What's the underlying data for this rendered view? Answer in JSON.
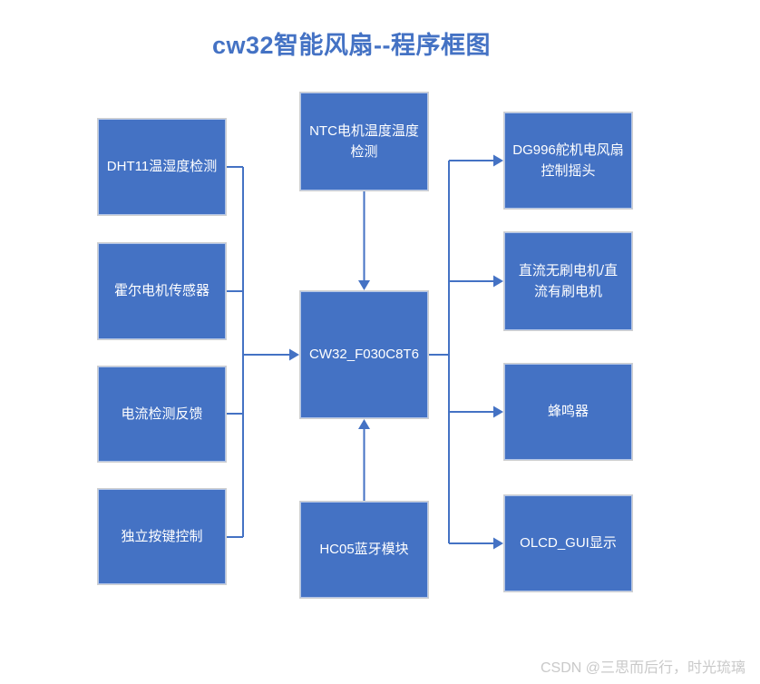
{
  "page": {
    "title": "cw32智能风扇--程序框图",
    "watermark": "CSDN @三思而后行，时光琉璃"
  },
  "colors": {
    "box_fill": "#4472C4",
    "box_border": "#CFCFCF",
    "box_text": "#FFFFFF",
    "connector": "#4472C4",
    "title_text": "#4472C4",
    "watermark_text": "#C9C9C9",
    "background": "#FFFFFF"
  },
  "diagram": {
    "left_nodes": [
      {
        "label": "DHT11温湿度检测"
      },
      {
        "label": "霍尔电机传感器"
      },
      {
        "label": "电流检测反馈"
      },
      {
        "label": "独立按键控制"
      }
    ],
    "center_top_node": {
      "label": "NTC电机温度温度检测"
    },
    "center_node": {
      "label": "CW32_F030C8T6"
    },
    "center_bottom_node": {
      "label": "HC05蓝牙模块"
    },
    "right_nodes": [
      {
        "label": "DG996舵机电风扇控制摇头"
      },
      {
        "label": "直流无刷电机/直流有刷电机"
      },
      {
        "label": "蜂鸣器"
      },
      {
        "label": "OLCD_GUI显示"
      }
    ],
    "edges": [
      {
        "from": "DHT11温湿度检测",
        "to": "CW32_F030C8T6"
      },
      {
        "from": "霍尔电机传感器",
        "to": "CW32_F030C8T6"
      },
      {
        "from": "电流检测反馈",
        "to": "CW32_F030C8T6"
      },
      {
        "from": "独立按键控制",
        "to": "CW32_F030C8T6"
      },
      {
        "from": "NTC电机温度温度检测",
        "to": "CW32_F030C8T6"
      },
      {
        "from": "HC05蓝牙模块",
        "to": "CW32_F030C8T6"
      },
      {
        "from": "CW32_F030C8T6",
        "to": "DG996舵机电风扇控制摇头"
      },
      {
        "from": "CW32_F030C8T6",
        "to": "直流无刷电机/直流有刷电机"
      },
      {
        "from": "CW32_F030C8T6",
        "to": "蜂鸣器"
      },
      {
        "from": "CW32_F030C8T6",
        "to": "OLCD_GUI显示"
      }
    ]
  }
}
